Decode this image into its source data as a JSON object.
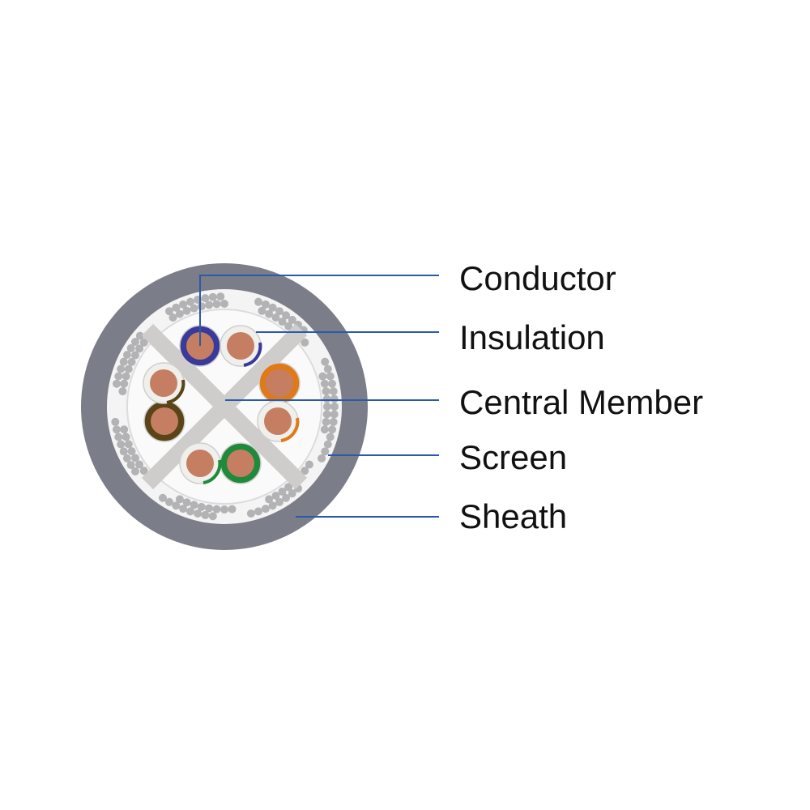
{
  "labels": {
    "conductor": "Conductor",
    "insulation": "Insulation",
    "central_member": "Central Member",
    "screen": "Screen",
    "sheath": "Sheath"
  },
  "colors": {
    "sheath": "#7b7e88",
    "screen_strand": "#b3b3b5",
    "central_member": "#cfcccc",
    "copper": "#c67e62",
    "leader_line": "#2b5aa8",
    "pairs": [
      "#3a3a9a",
      "#e07a18",
      "#1e8a3a",
      "#5a4418"
    ]
  }
}
